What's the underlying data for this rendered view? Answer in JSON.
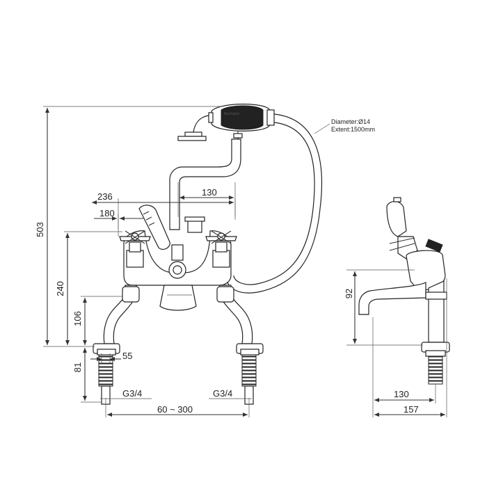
{
  "front_view": {
    "dimensions": {
      "overall_height": "503",
      "height_240": "240",
      "height_106": "106",
      "height_81": "81",
      "width_236": "236",
      "width_180": "180",
      "width_130": "130",
      "width_55": "55",
      "centres": "60 ~ 300"
    },
    "threads": {
      "left": "G3/4",
      "right": "G3/4"
    },
    "hose_note": {
      "line1": "Diameter:Ø14",
      "line2": "Extent:1500mm"
    },
    "handset_brand": "Burlington"
  },
  "side_view": {
    "dimensions": {
      "spout_height": "92",
      "projection_130": "130",
      "projection_157": "157"
    }
  },
  "colors": {
    "line": "#333333",
    "background": "#ffffff",
    "accent": "#222222"
  }
}
